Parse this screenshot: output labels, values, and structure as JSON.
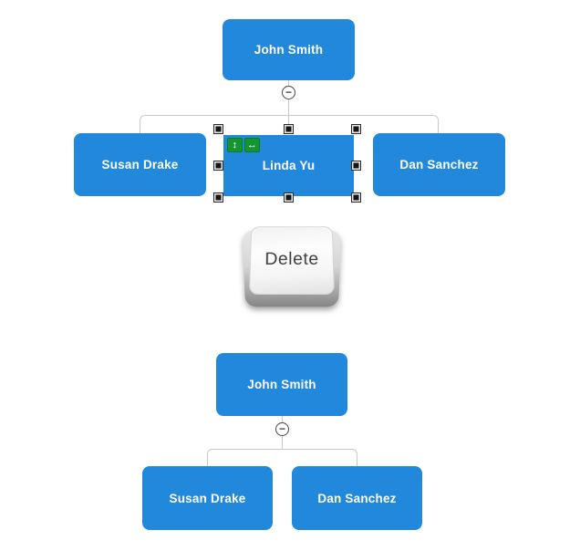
{
  "colors": {
    "node_fill": "#2288DC",
    "node_text": "#FFFFFF",
    "connector": "#C8C8C8",
    "collapse_border": "#444444",
    "selection_handle": "#151515",
    "badge_green": "#14952F",
    "key_text": "#3D3D3D"
  },
  "top_chart": {
    "root": {
      "label": "John Smith"
    },
    "collapse_glyph": "−",
    "children": [
      {
        "label": "Susan Drake",
        "selected": false
      },
      {
        "label": "Linda Yu",
        "selected": true
      },
      {
        "label": "Dan Sanchez",
        "selected": false
      }
    ],
    "selection": {
      "resize_vertical_glyph": "↕",
      "resize_horizontal_glyph": "↔"
    }
  },
  "delete_key": {
    "label": "Delete"
  },
  "bottom_chart": {
    "root": {
      "label": "John Smith"
    },
    "collapse_glyph": "−",
    "children": [
      {
        "label": "Susan Drake"
      },
      {
        "label": "Dan Sanchez"
      }
    ]
  }
}
